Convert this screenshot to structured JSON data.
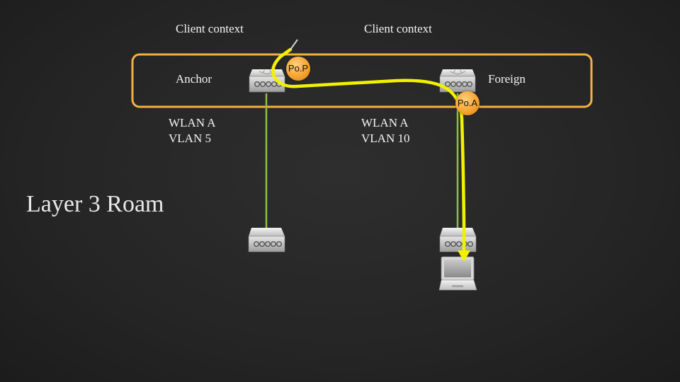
{
  "labels": {
    "client_context_left": "Client context",
    "client_context_right": "Client context",
    "anchor": "Anchor",
    "foreign": "Foreign",
    "wlan_left": "WLAN A",
    "vlan_left": "VLAN 5",
    "wlan_right": "WLAN A",
    "vlan_right": "VLAN 10",
    "title": "Layer 3 Roam"
  },
  "badges": {
    "pop": "Po.P",
    "poa": "Po.A"
  },
  "colors": {
    "background": "#262626",
    "mobility_group_border": "#f5b043",
    "wired_link": "#8fbf3f",
    "roam_path": "#f2f200",
    "badge": "#f5a431"
  },
  "icons": {
    "controllers": [
      "wlan-controller-icon",
      "wlan-controller-icon"
    ],
    "access_points": [
      "access-point-icon",
      "access-point-icon"
    ],
    "client": "laptop-icon"
  }
}
